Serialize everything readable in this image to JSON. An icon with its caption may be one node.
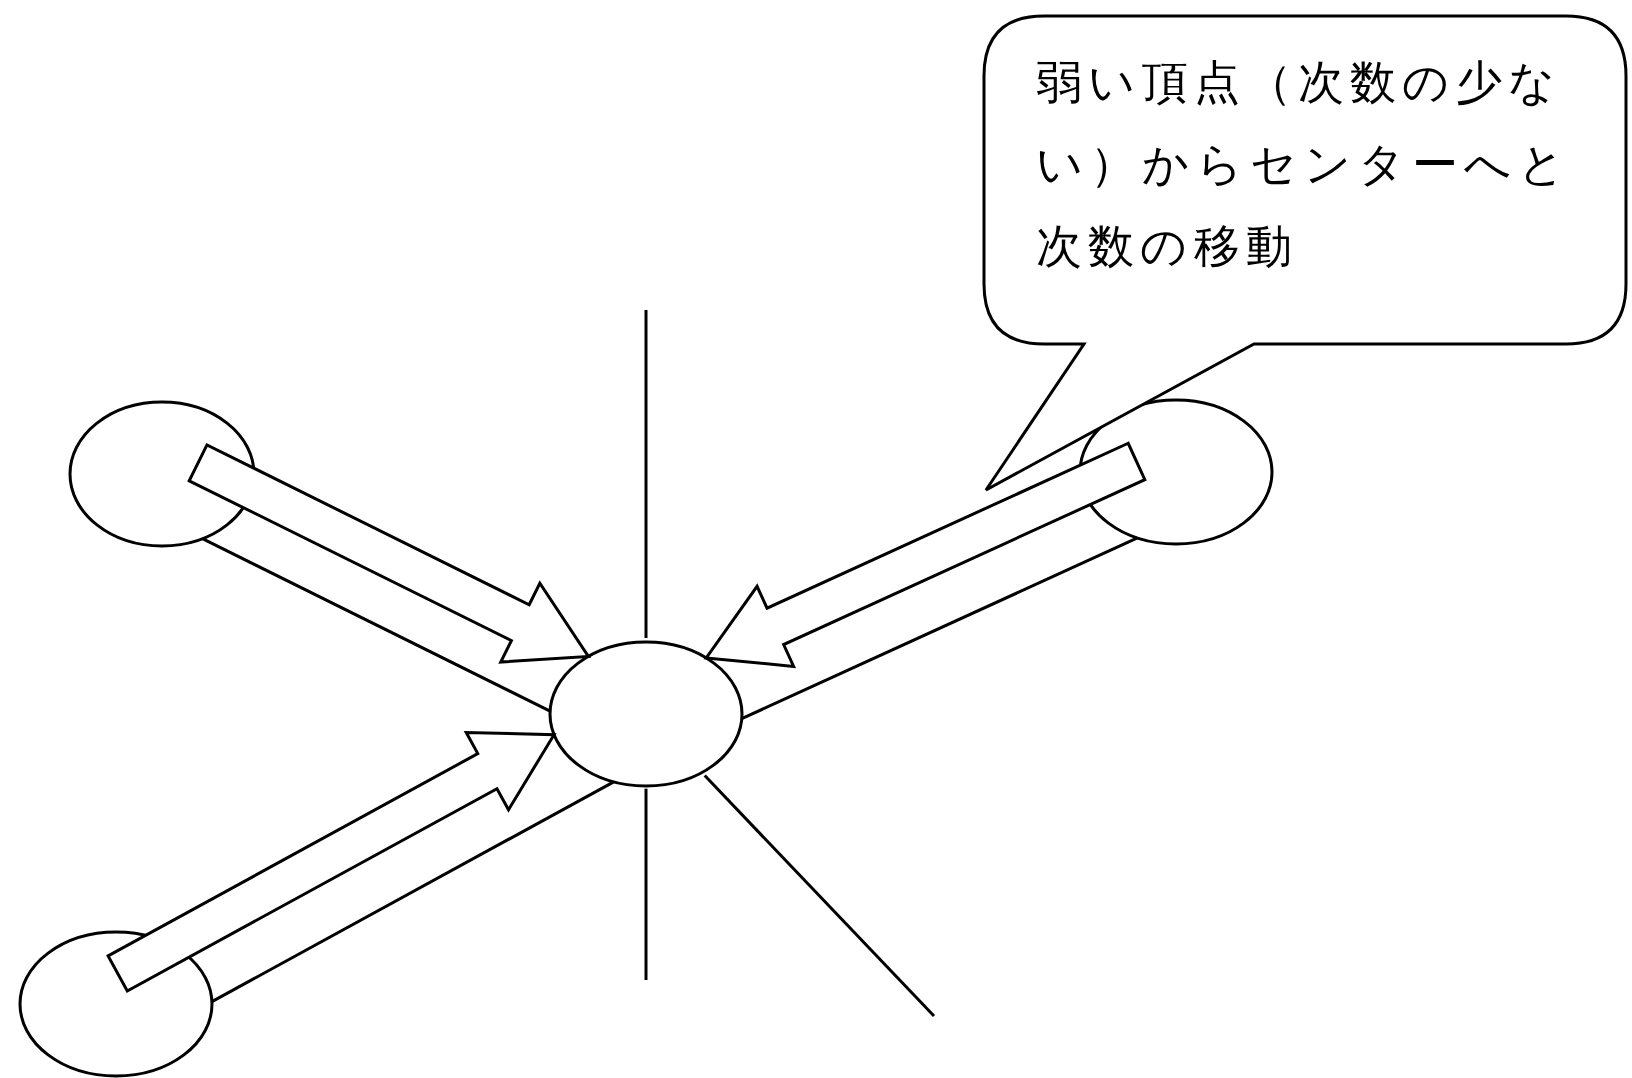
{
  "diagram": {
    "nodes": [
      {
        "text": [
          "弱い頂点（次数の少ない）からセンターへと次数の移動"
        ]
      },
      {
        "text": [],
        "shape": "circle"
      },
      {
        "text": [],
        "shape": "circle"
      },
      {
        "text": [],
        "shape": "circle"
      },
      {
        "text": [],
        "shape": "circle"
      }
    ],
    "edges": [
      {
        "from": 1,
        "to": 3,
        "arrow": "to",
        "style": "thick"
      },
      {
        "from": 2,
        "to": 3,
        "arrow": "to",
        "style": "thick"
      },
      {
        "from": 4,
        "to": 3,
        "arrow": "to",
        "style": "thick"
      },
      {
        "from": 1,
        "to": 3,
        "arrow": "none"
      },
      {
        "from": 2,
        "to": 3,
        "arrow": "none"
      },
      {
        "from": 4,
        "to": 3,
        "arrow": "none"
      },
      {
        "from": 3,
        "to": null,
        "arrow": "none"
      },
      {
        "from": 3,
        "to": null,
        "arrow": "none"
      },
      {
        "from": 3,
        "to": null,
        "arrow": "none"
      }
    ]
  }
}
